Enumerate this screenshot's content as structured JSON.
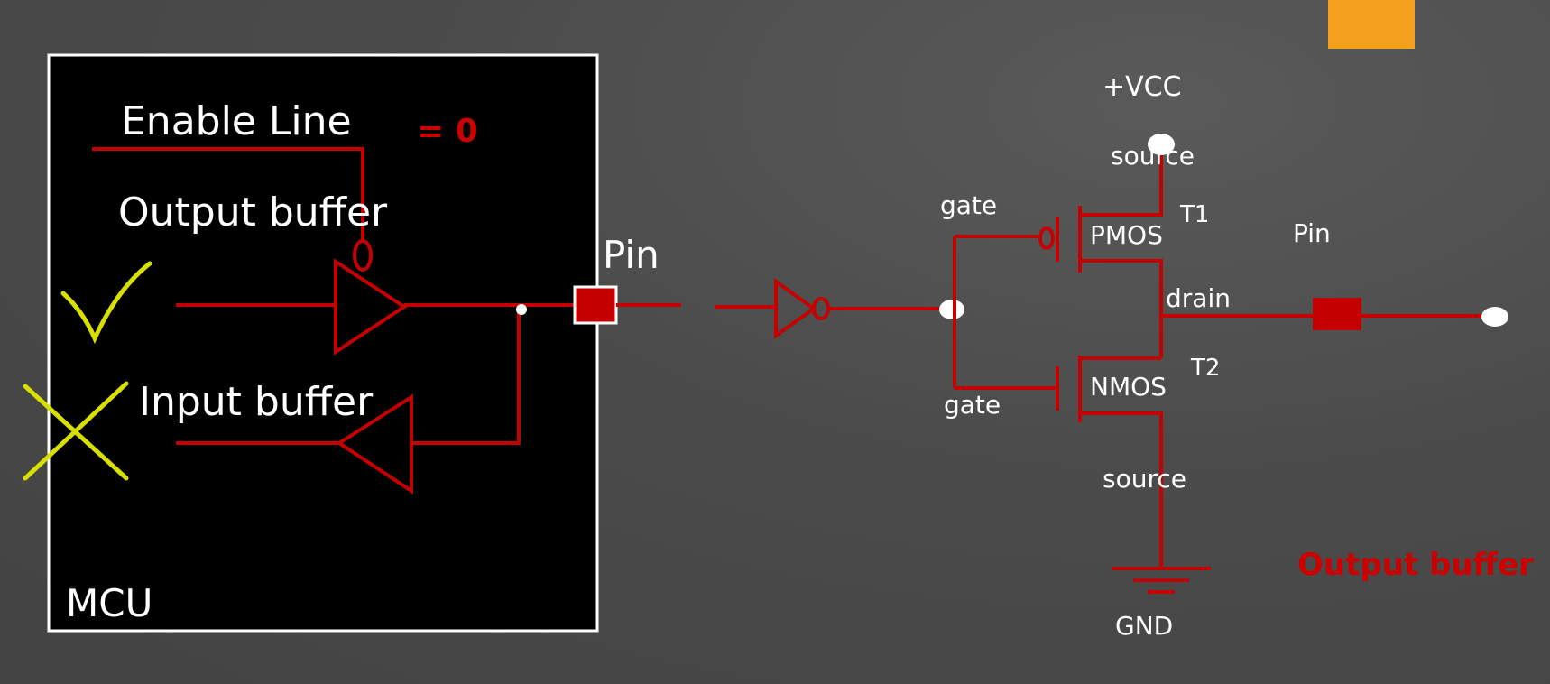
{
  "colors": {
    "background": "#4a4a4a",
    "wire": "#c40000",
    "mcu_box": "#000000",
    "mcu_border": "#ffffff",
    "check": "#d8e000",
    "accent": "#f4a01c",
    "node": "#ffffff"
  },
  "labels": {
    "enable_line": "Enable Line",
    "enable_value": "= 0",
    "output_buffer": "Output buffer",
    "input_buffer": "Input buffer",
    "mcu": "MCU",
    "pin_left": "Pin",
    "vcc": "+VCC",
    "source_top": "source",
    "gate_top": "gate",
    "pmos": "PMOS",
    "t1": "T1",
    "drain": "drain",
    "pin_right": "Pin",
    "nmos": "NMOS",
    "t2": "T2",
    "gate_bottom": "gate",
    "source_bottom": "source",
    "gnd": "GND",
    "title": "Output buffer"
  },
  "icons": {
    "check": "check-icon",
    "cross": "cross-icon"
  }
}
